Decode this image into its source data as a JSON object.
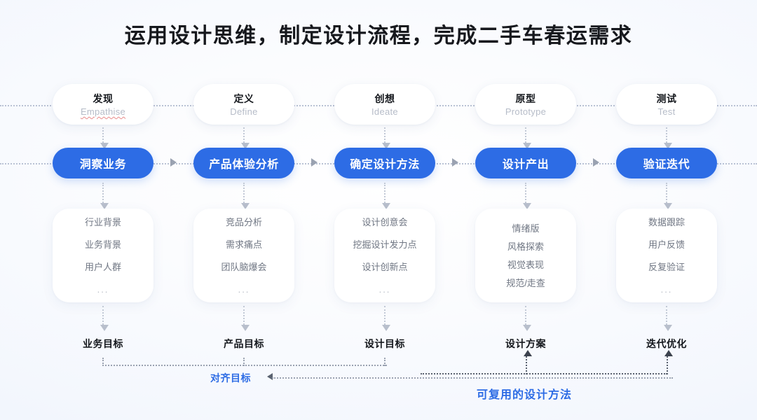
{
  "page": {
    "title": "运用设计思维，制定设计流程，完成二手车春运需求",
    "accent_blue": "#2d6ce5",
    "background": "#f4f7fd",
    "text_dark": "#14171c",
    "text_muted": "#6f7683"
  },
  "columns": [
    {
      "stage": {
        "cn": "发现",
        "en": "Empathise",
        "spellcheck_underline": true
      },
      "pill": "洞察业务",
      "items": [
        "行业背景",
        "业务背景",
        "用户人群"
      ],
      "ellipsis": "...",
      "goal": "业务目标"
    },
    {
      "stage": {
        "cn": "定义",
        "en": "Define",
        "spellcheck_underline": false
      },
      "pill": "产品体验分析",
      "items": [
        "竞品分析",
        "需求痛点",
        "团队脑爆会"
      ],
      "ellipsis": "...",
      "goal": "产品目标"
    },
    {
      "stage": {
        "cn": "创想",
        "en": "Ideate",
        "spellcheck_underline": false
      },
      "pill": "确定设计方法",
      "items": [
        "设计创意会",
        "挖掘设计发力点",
        "设计创新点"
      ],
      "ellipsis": "...",
      "goal": "设计目标"
    },
    {
      "stage": {
        "cn": "原型",
        "en": "Prototype",
        "spellcheck_underline": false
      },
      "pill": "设计产出",
      "items": [
        "情绪版",
        "风格探索",
        "视觉表现",
        "规范/走查"
      ],
      "ellipsis": "",
      "goal": "设计方案"
    },
    {
      "stage": {
        "cn": "测试",
        "en": "Test",
        "spellcheck_underline": false
      },
      "pill": "验证迭代",
      "items": [
        "数据跟踪",
        "用户反馈",
        "反复验证"
      ],
      "ellipsis": "...",
      "goal": "迭代优化"
    }
  ],
  "annotations": {
    "align": "对齐目标",
    "reuse": "可复用的设计方法"
  }
}
